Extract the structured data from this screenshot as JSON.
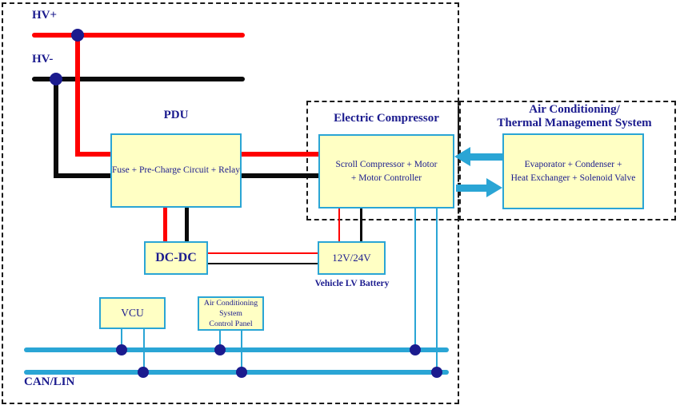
{
  "labels": {
    "hv_plus": "HV+",
    "hv_minus": "HV-",
    "can_lin": "CAN/LIN",
    "vehicle_lv_battery": "Vehicle LV Battery"
  },
  "blocks": {
    "pdu": {
      "title": "PDU",
      "content": "Fuse + Pre-Charge Circuit + Relay"
    },
    "electric_compressor": {
      "title": "Electric Compressor",
      "content_line1": "Scroll Compressor + Motor",
      "content_line2": "+ Motor Controller"
    },
    "ac_thermal_system": {
      "title_line1": "Air Conditioning/",
      "title_line2": "Thermal Management System",
      "content_line1": "Evaporator + Condenser +",
      "content_line2": "Heat Exchanger + Solenoid Valve"
    },
    "dcdc": {
      "label": "DC-DC"
    },
    "lv_battery": {
      "label": "12V/24V"
    },
    "vcu": {
      "label": "VCU"
    },
    "ac_control_panel": {
      "line1": "Air Conditioning",
      "line2": "System",
      "line3": "Control Panel"
    }
  },
  "flows": {
    "ac_to_compressor_arrow": "points-left",
    "compressor_to_ac_arrow": "points-right"
  },
  "colors": {
    "hv_positive": "#ff0000",
    "hv_negative": "#0a0a0a",
    "accent_cyan": "#2aa5d5",
    "junction_dot": "#1b1b8e",
    "block_fill": "#ffffc4",
    "text_navy": "#1b1b8e",
    "dash_color": "#1a1a1a"
  }
}
